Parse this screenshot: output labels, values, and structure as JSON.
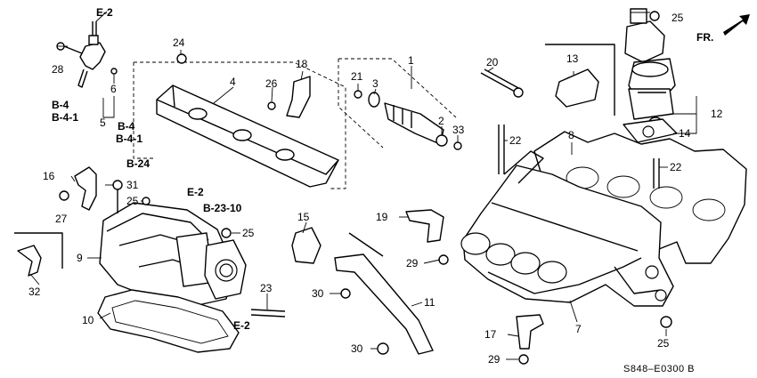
{
  "diagram_code": "S848–E0300 B",
  "direction_label": "FR.",
  "part_numbers": {
    "p1": "1",
    "p2": "2",
    "p3": "3",
    "p4": "4",
    "p5": "5",
    "p6": "6",
    "p7": "7",
    "p8": "8",
    "p9": "9",
    "p10": "10",
    "p11": "11",
    "p12": "12",
    "p13": "13",
    "p14": "14",
    "p15": "15",
    "p16": "16",
    "p17": "17",
    "p18": "18",
    "p19": "19",
    "p20": "20",
    "p21": "21",
    "p22a": "22",
    "p22b": "22",
    "p23": "23",
    "p24": "24",
    "p25a": "25",
    "p25b": "25",
    "p25c": "25",
    "p25d": "25",
    "p26": "26",
    "p27": "27",
    "p28": "28",
    "p29a": "29",
    "p29b": "29",
    "p30a": "30",
    "p30b": "30",
    "p31": "31",
    "p32": "32",
    "p33": "33"
  },
  "references": {
    "e2_top": "E-2",
    "b4_left": "B-4",
    "b41_left": "B-4-1",
    "b4_mid": "B-4",
    "b41_mid": "B-4-1",
    "b24": "B-24",
    "e2_mid": "E-2",
    "b2310": "B-23-10",
    "e2_bottom": "E-2"
  }
}
